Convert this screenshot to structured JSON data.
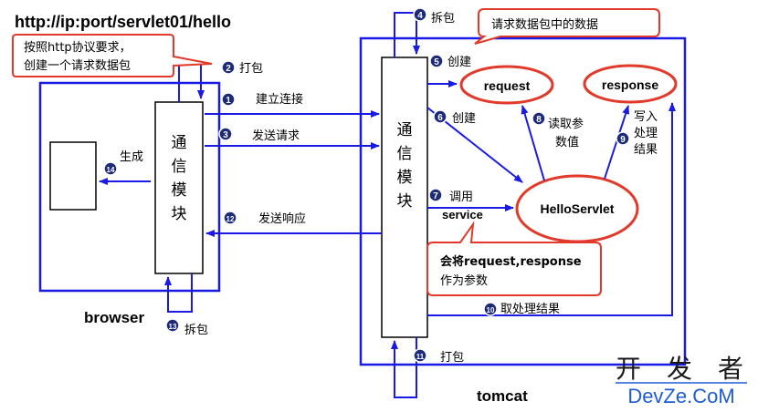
{
  "url": "http://ip:port/servlet01/hello",
  "colors": {
    "line": "#1a1ae6",
    "callout_border": "#e23a2a",
    "badge_fill": "#1c2a7a",
    "text": "#000000",
    "watermark_dark": "#1a1a1a",
    "watermark_blue": "#1e5bd6"
  },
  "callouts": {
    "protocol": [
      "按照http协议要求，",
      "创建一个请求数据包"
    ],
    "request_data": "请求数据包中的数据",
    "params": [
      "会将request,response",
      "作为参数"
    ]
  },
  "browser": {
    "label": "browser",
    "module_chars": [
      "通",
      "信",
      "模",
      "块"
    ]
  },
  "tomcat": {
    "label": "tomcat",
    "module_chars": [
      "通",
      "信",
      "模",
      "块"
    ]
  },
  "nodes": {
    "request": "request",
    "response": "response",
    "servlet": "HelloServlet"
  },
  "steps": [
    {
      "num": "1",
      "label": "建立连接"
    },
    {
      "num": "2",
      "label": "打包"
    },
    {
      "num": "3",
      "label": "发送请求"
    },
    {
      "num": "4",
      "label": "拆包"
    },
    {
      "num": "5",
      "label": "创建"
    },
    {
      "num": "6",
      "label": "创建"
    },
    {
      "num": "7",
      "label": "调用",
      "label2": "service"
    },
    {
      "num": "8",
      "label": "读取参",
      "label2": "数值"
    },
    {
      "num": "9",
      "label": "写入",
      "label2": "处理",
      "label3": "结果"
    },
    {
      "num": "10",
      "label": "取处理结果"
    },
    {
      "num": "11",
      "label": "打包"
    },
    {
      "num": "12",
      "label": "发送响应"
    },
    {
      "num": "13",
      "label": "拆包"
    },
    {
      "num": "14",
      "label": "生成"
    }
  ],
  "watermark": {
    "top": [
      "开",
      "发",
      "者"
    ],
    "bottom": "DevZe.CoM"
  }
}
